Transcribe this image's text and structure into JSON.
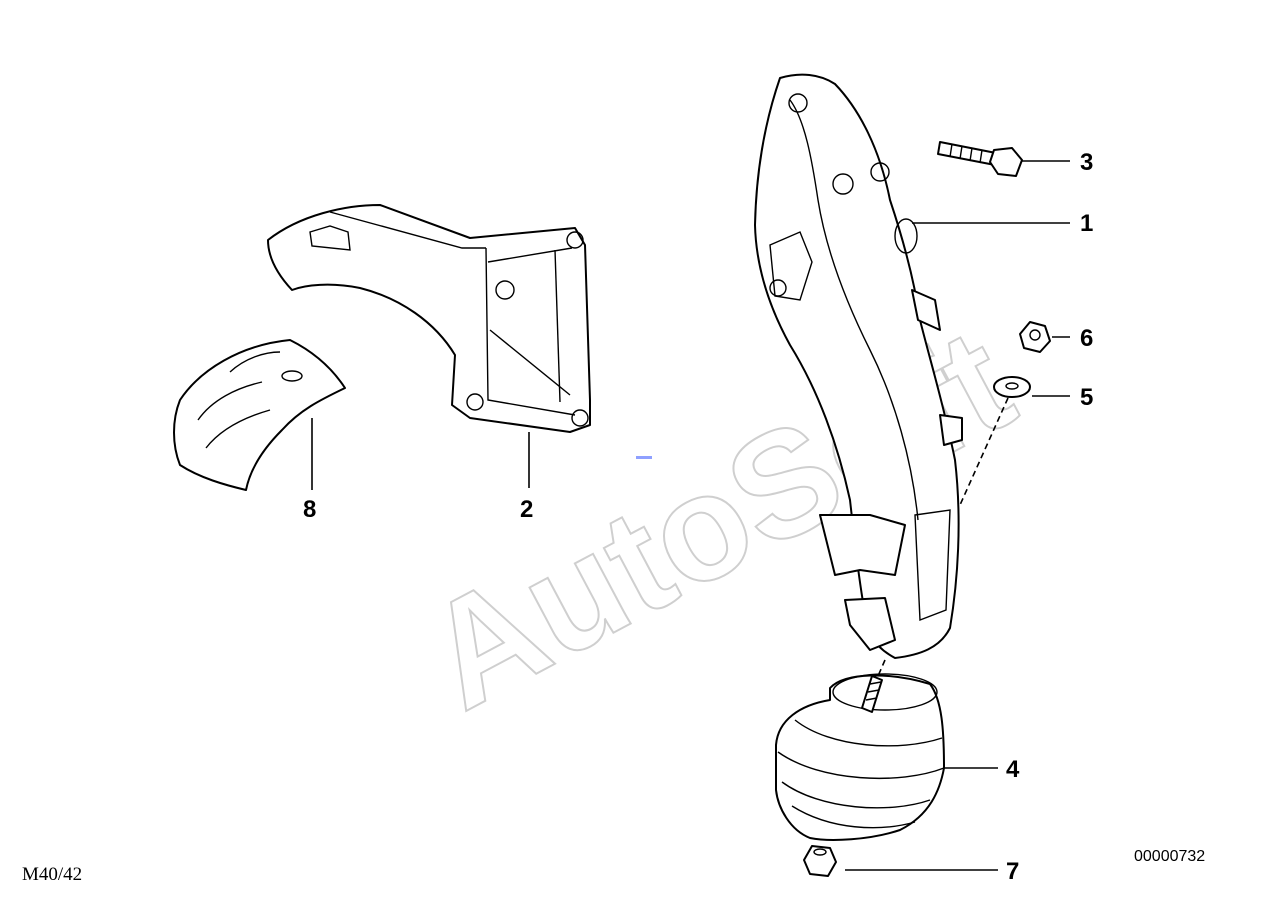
{
  "watermark": "AutoSoft",
  "callouts": [
    {
      "id": "1",
      "label": "1"
    },
    {
      "id": "2",
      "label": "2"
    },
    {
      "id": "3",
      "label": "3"
    },
    {
      "id": "4",
      "label": "4"
    },
    {
      "id": "5",
      "label": "5"
    },
    {
      "id": "6",
      "label": "6"
    },
    {
      "id": "7",
      "label": "7"
    },
    {
      "id": "8",
      "label": "8"
    }
  ],
  "footer": {
    "model_code": "M40/42",
    "diagram_number": "00000732"
  }
}
